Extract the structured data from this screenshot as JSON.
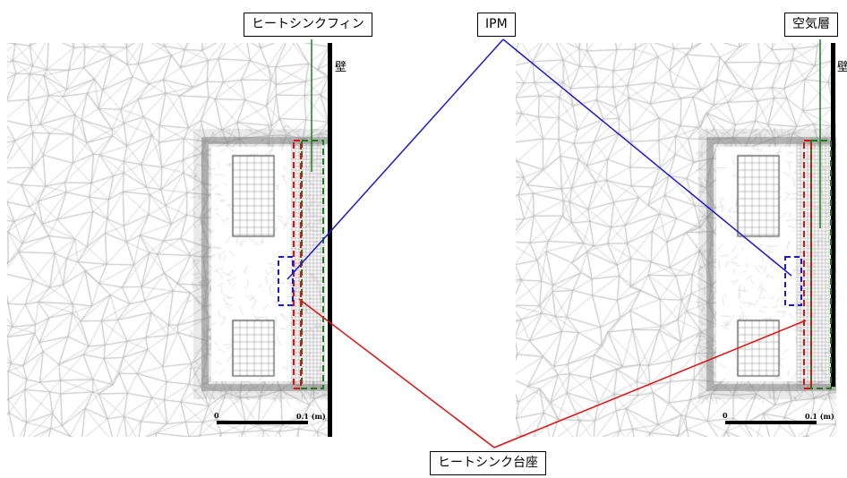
{
  "labels": {
    "heatsink_fin": "ヒートシンクフィン",
    "ipm": "IPM",
    "air_layer": "空気層",
    "heatsink_base": "ヒートシンク台座",
    "wall_left": "壁",
    "wall_right": "壁"
  },
  "scale_bars": [
    {
      "start": "0",
      "end": "0.1 (m)"
    },
    {
      "start": "0",
      "end": "0.1 (m)"
    }
  ],
  "colors": {
    "mesh_line": "#b0b0b0",
    "fin_outline": "#1f7a1f",
    "ipm_outline": "#1a1acc",
    "base_outline": "#e01010",
    "air_layer_line": "#1f7a1f",
    "wall": "#000000"
  }
}
